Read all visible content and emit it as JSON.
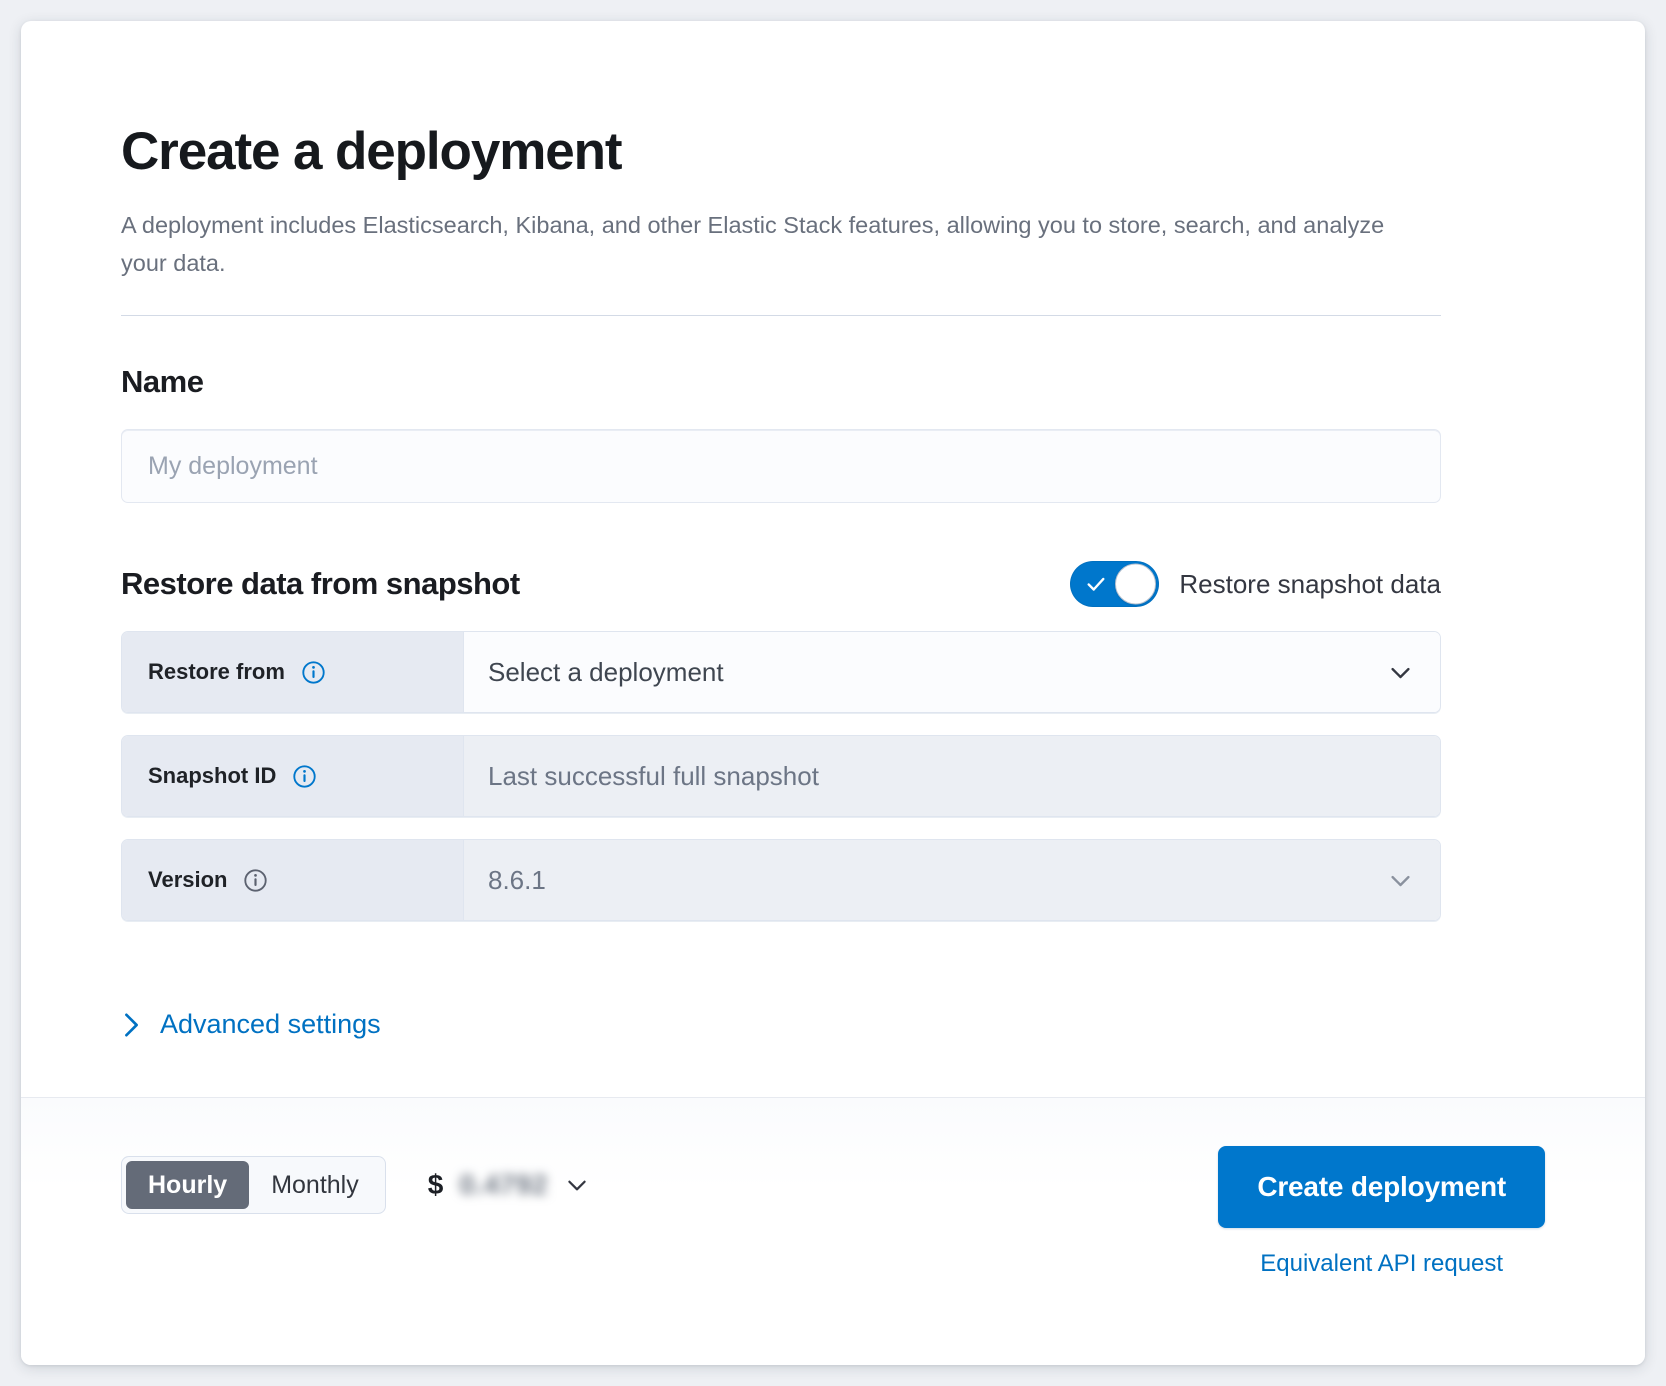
{
  "header": {
    "title": "Create a deployment",
    "description": "A deployment includes Elasticsearch, Kibana, and other Elastic Stack features, allowing you to store, search, and analyze your data."
  },
  "name_section": {
    "heading": "Name",
    "input_placeholder": "My deployment",
    "input_value": ""
  },
  "restore_section": {
    "heading": "Restore data from snapshot",
    "toggle": {
      "label": "Restore snapshot data",
      "checked": true,
      "icon": "check-icon"
    },
    "rows": [
      {
        "label": "Restore from",
        "info_icon": "info-icon",
        "value": "Select a deployment",
        "control": "select",
        "control_icon": "chevron-down-icon",
        "disabled": false
      },
      {
        "label": "Snapshot ID",
        "info_icon": "info-icon",
        "value": "Last successful full snapshot",
        "control": "text",
        "control_icon": "",
        "disabled": true
      },
      {
        "label": "Version",
        "info_icon": "info-icon",
        "value": "8.6.1",
        "control": "select",
        "control_icon": "chevron-down-icon",
        "disabled": true
      }
    ],
    "advanced": {
      "label": "Advanced settings",
      "icon": "chevron-right-icon",
      "expanded": false
    }
  },
  "footer": {
    "billing_toggle": {
      "options": [
        "Hourly",
        "Monthly"
      ],
      "selected": "Hourly"
    },
    "price": {
      "currency_symbol": "$",
      "amount": "0.4792",
      "obscured": true,
      "icon": "chevron-down-icon"
    },
    "primary_button": "Create deployment",
    "api_link": "Equivalent API request"
  },
  "colors": {
    "accent_blue": "#0077CC",
    "link_blue": "#0071C2",
    "segment_active": "#646B78",
    "text_dark": "#1A1C21",
    "text_muted": "#69707D",
    "field_bg": "#FBFCFE",
    "prepend_bg": "#E6EAF2",
    "disabled_bg": "#ECEFF4",
    "border": "#D3DAE6"
  }
}
